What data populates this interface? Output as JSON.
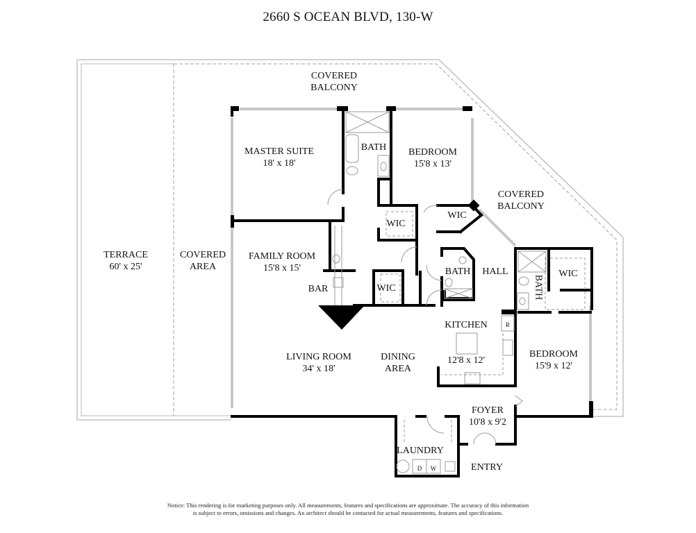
{
  "header": {
    "title": "2660 S OCEAN BLVD, 130-W"
  },
  "rooms": {
    "covered_balcony_top": {
      "line1": "COVERED",
      "line2": "BALCONY"
    },
    "master_suite": {
      "name": "MASTER SUITE",
      "size": "18' x 18'"
    },
    "master_bath": {
      "name": "BATH"
    },
    "bedroom_2": {
      "name": "BEDROOM",
      "size": "15'8 x 13'"
    },
    "covered_balcony_right": {
      "line1": "COVERED",
      "line2": "BALCONY"
    },
    "wic_1": {
      "name": "WIC"
    },
    "wic_2": {
      "name": "WIC"
    },
    "wic_3": {
      "name": "WIC"
    },
    "wic_4": {
      "name": "WIC"
    },
    "terrace": {
      "name": "TERRACE",
      "size": "60' x 25'"
    },
    "covered_area": {
      "line1": "COVERED",
      "line2": "AREA"
    },
    "family_room": {
      "name": "FAMILY ROOM",
      "size": "15'8 x 15'"
    },
    "bar": {
      "name": "BAR"
    },
    "hall_bath": {
      "name": "BATH"
    },
    "hall": {
      "name": "HALL"
    },
    "bedroom_3_bath": {
      "name": "BATH"
    },
    "kitchen": {
      "name": "KITCHEN",
      "size": "12'8 x 12'"
    },
    "refrigerator": {
      "name": "R"
    },
    "living_room": {
      "name": "LIVING ROOM",
      "size": "34' x 18'"
    },
    "dining_area": {
      "line1": "DINING",
      "line2": "AREA"
    },
    "bedroom_3": {
      "name": "BEDROOM",
      "size": "15'9 x 12'"
    },
    "foyer": {
      "name": "FOYER",
      "size": "10'8 x 9'2"
    },
    "laundry": {
      "name": "LAUNDRY"
    },
    "dryer": {
      "name": "D"
    },
    "washer": {
      "name": "W"
    },
    "entry": {
      "name": "ENTRY"
    }
  },
  "footer": {
    "notice_line1": "Notice: This rendering is for marketing purposes only. All measurements, features and specifications are approximate. The accuracy of this information",
    "notice_line2": "is subject to errors, omissions and changes. An architect should be contacted for actual measurements, features and specifications."
  },
  "colors": {
    "wall": "#000000",
    "outline": "#b8b8b8",
    "dashed": "#a0a0a0",
    "window": "#c8c8c8"
  }
}
